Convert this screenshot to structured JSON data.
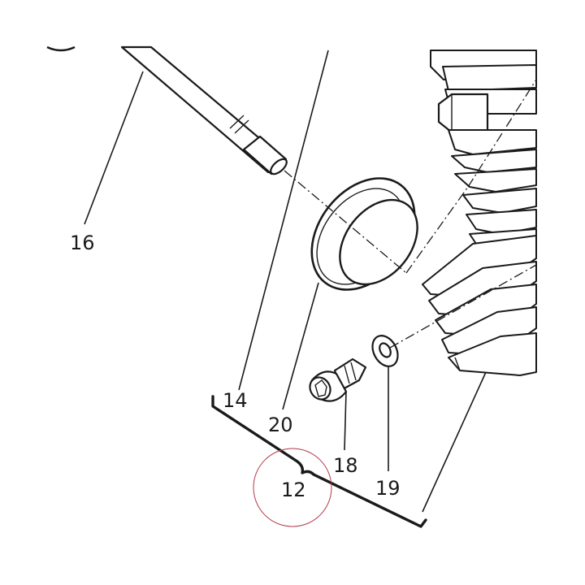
{
  "callouts": {
    "part_16": "16",
    "part_14": "14",
    "part_20": "20",
    "part_18": "18",
    "part_19": "19",
    "part_12": "12"
  },
  "colors": {
    "line": "#1a1a1a",
    "background": "#ffffff",
    "highlight_circle": "#b23a48"
  }
}
